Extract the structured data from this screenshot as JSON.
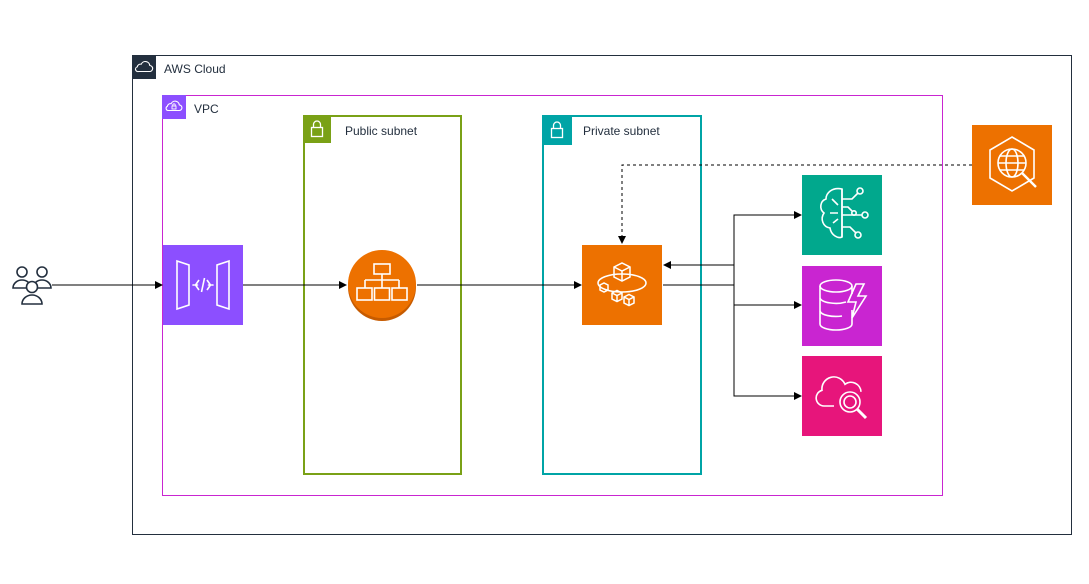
{
  "groups": {
    "aws_cloud": {
      "label": "AWS Cloud",
      "color": "#232f3e"
    },
    "vpc": {
      "label": "VPC",
      "color": "#8c4fff",
      "border": "#c925d1"
    },
    "public_subnet": {
      "label": "Public subnet",
      "color": "#7aa116"
    },
    "private_subnet": {
      "label": "Private subnet",
      "color": "#00a4a6"
    }
  },
  "icons": {
    "users": "users-icon",
    "api_gateway": {
      "name": "api-gateway-icon",
      "color": "#8c4fff"
    },
    "load_balancer": {
      "name": "load-balancer-icon",
      "color": "#ed7100"
    },
    "fargate": {
      "name": "fargate-icon",
      "color": "#ed7100"
    },
    "bedrock": {
      "name": "bedrock-icon",
      "color": "#01a88d"
    },
    "database": {
      "name": "database-icon",
      "color": "#c925d1"
    },
    "cloudwatch": {
      "name": "cloud-search-icon",
      "color": "#e7157b"
    },
    "external_service": {
      "name": "globe-service-icon",
      "color": "#ed7100"
    }
  }
}
